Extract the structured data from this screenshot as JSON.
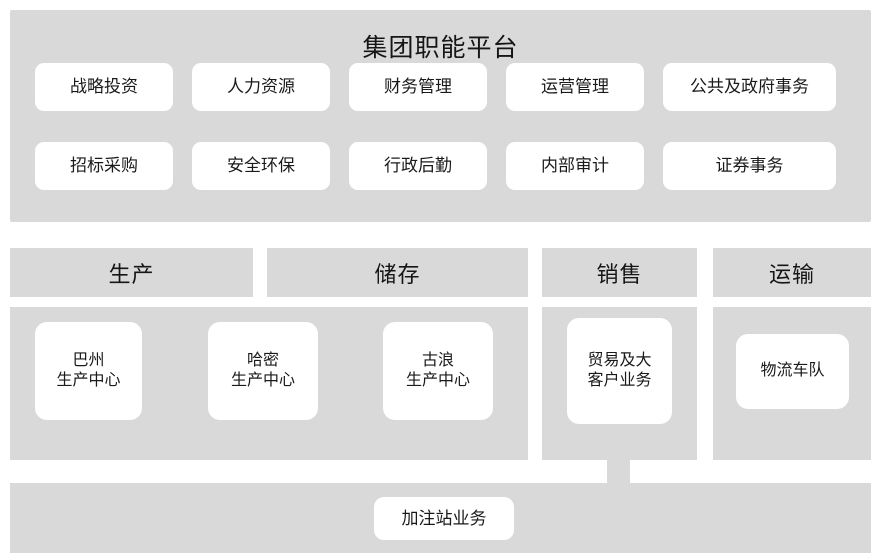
{
  "colors": {
    "panel_gray": "#d9d9d9",
    "card_white": "#ffffff",
    "text": "#161616"
  },
  "top_section": {
    "title": "集团职能平台",
    "row1": [
      {
        "label": "战略投资"
      },
      {
        "label": "人力资源"
      },
      {
        "label": "财务管理"
      },
      {
        "label": "运营管理"
      },
      {
        "label": "公共及政府事务"
      }
    ],
    "row2": [
      {
        "label": "招标采购"
      },
      {
        "label": "安全环保"
      },
      {
        "label": "行政后勤"
      },
      {
        "label": "内部审计"
      },
      {
        "label": "证券事务"
      }
    ]
  },
  "middle_section": {
    "columns": [
      {
        "header": "生产"
      },
      {
        "header": "储存"
      },
      {
        "header": "销售"
      },
      {
        "header": "运输"
      }
    ],
    "production_storage_cards": [
      {
        "line1": "巴州",
        "line2": "生产中心"
      },
      {
        "line1": "哈密",
        "line2": "生产中心"
      },
      {
        "line1": "古浪",
        "line2": "生产中心"
      }
    ],
    "sales_cards": [
      {
        "line1": "贸易及大",
        "line2": "客户业务"
      }
    ],
    "transport_cards": [
      {
        "label": "物流车队"
      }
    ]
  },
  "bottom_section": {
    "label": "加注站业务"
  }
}
